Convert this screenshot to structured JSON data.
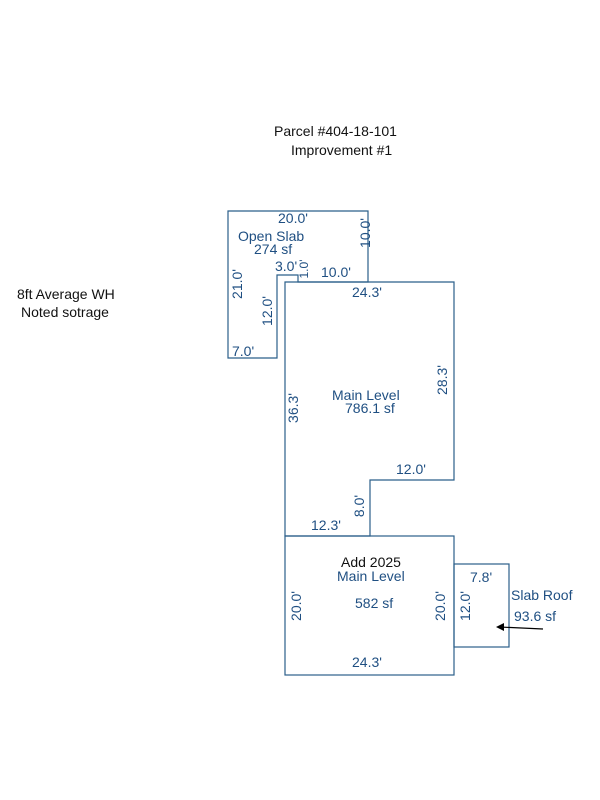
{
  "header": {
    "parcel": "Parcel #404-18-101",
    "improvement": "Improvement #1"
  },
  "notes": {
    "line1": "8ft Average WH",
    "line2": "Noted sotrage"
  },
  "areas": {
    "open_slab": {
      "name": "Open Slab",
      "area": "274 sf"
    },
    "main_level": {
      "name": "Main Level",
      "area": "786.1 sf"
    },
    "add_2025": {
      "title": "Add 2025",
      "name": "Main Level",
      "area": "582 sf"
    },
    "slab_roof": {
      "name": "Slab Roof",
      "area": "93.6 sf"
    }
  },
  "dimensions": {
    "open_slab_top": "20.0'",
    "open_slab_right": "10.0'",
    "open_slab_left": "21.0'",
    "open_slab_bottom": "7.0'",
    "open_slab_inner_vertical": "12.0'",
    "open_slab_step": "3.0'",
    "open_slab_step_vertical": "1.0'",
    "open_slab_inner_horizontal": "10.0'",
    "main_top": "24.3'",
    "main_right": "28.3'",
    "main_left": "36.3'",
    "main_step_horizontal": "12.0'",
    "main_step_vertical": "8.0'",
    "main_bottom_left": "12.3'",
    "add_left": "20.0'",
    "add_right": "20.0'",
    "add_bottom": "24.3'",
    "slab_top": "7.8'",
    "slab_left": "12.0'"
  },
  "colors": {
    "line": "#2b5f8a",
    "label_blue": "#1f4f82",
    "label_black": "#111111"
  }
}
